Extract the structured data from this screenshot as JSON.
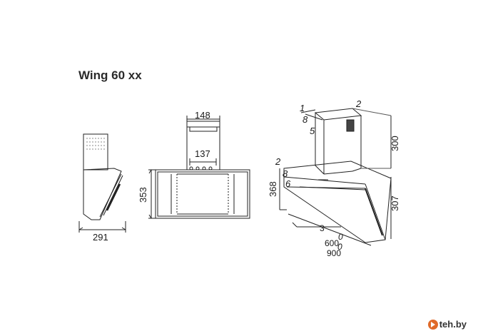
{
  "title": "Wing 60 xx",
  "side_view": {
    "width": "291"
  },
  "front_view": {
    "top_width": "148",
    "inner_width": "137",
    "height": "353"
  },
  "iso_view": {
    "callouts": [
      "1",
      "2",
      "8",
      "5",
      "2",
      "8",
      "6"
    ],
    "chimney_height": "300",
    "canopy_height": "307",
    "side_height": "368",
    "depth": "3",
    "width_main": "600-",
    "width_sub": "0",
    "width_alt": "900",
    "width_zero": "0"
  },
  "watermark": {
    "text": "teh.by"
  }
}
